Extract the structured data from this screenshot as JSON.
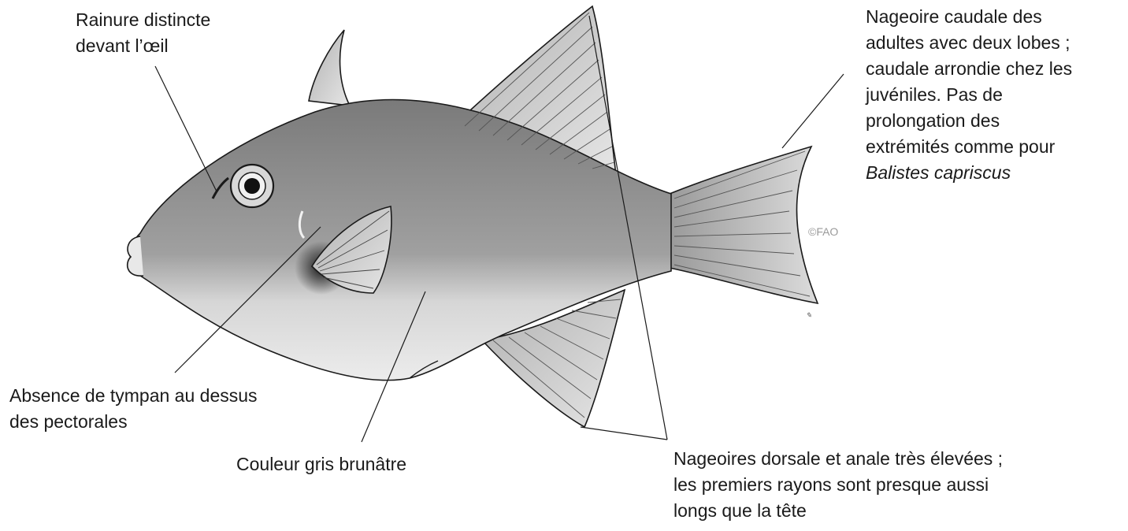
{
  "labels": {
    "groove": [
      "Rainure distincte",
      "devant l’œil"
    ],
    "tail": [
      "Nageoire caudale des",
      "adultes avec deux lobes ;",
      "caudale arrondie chez les",
      "juvéniles. Pas de",
      "prolongation des",
      "extrémités comme pour"
    ],
    "tail_species": "Balistes capriscus",
    "tympan": [
      "Absence de tympan au dessus",
      "des pectorales"
    ],
    "color": "Couleur gris brunâtre",
    "fins": [
      "Nageoires dorsale et anale très élevées ;",
      "les premiers rayons sont presque aussi",
      "longs que la tête"
    ]
  },
  "copyright": "©FAO",
  "illustration": {
    "subject": "triggerfish-drawing",
    "ink_color": "#1a1a1a",
    "body_color": "#8c8c8c",
    "belly_color": "#d9d9d9"
  }
}
